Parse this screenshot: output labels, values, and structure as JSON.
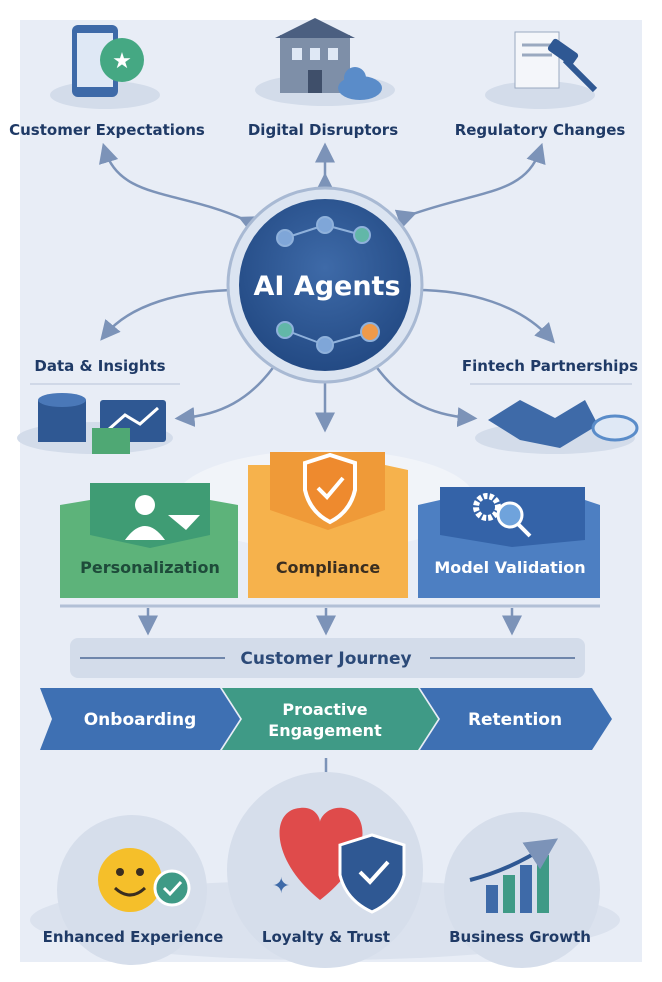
{
  "top": {
    "customer_expectations": "Customer Expectations",
    "digital_disruptors": "Digital Disruptors",
    "regulatory_changes": "Regulatory Changes"
  },
  "hub": {
    "title": "AI Agents"
  },
  "side": {
    "data_insights": "Data & Insights",
    "fintech_partnerships": "Fintech Partnerships"
  },
  "pillars": [
    {
      "label": "Personalization",
      "color": "#4fa874"
    },
    {
      "label": "Compliance",
      "color": "#f3a23a"
    },
    {
      "label": "Model Validation",
      "color": "#3f6fb5"
    }
  ],
  "journey": {
    "title": "Customer Journey",
    "steps": [
      {
        "label": "Onboarding",
        "color": "#3e70b3"
      },
      {
        "label_line1": "Proactive",
        "label_line2": "Engagement",
        "color": "#3f9a86"
      },
      {
        "label": "Retention",
        "color": "#3e70b3"
      }
    ]
  },
  "outcomes": [
    {
      "label": "Enhanced Experience"
    },
    {
      "label": "Loyalty & Trust"
    },
    {
      "label": "Business Growth"
    }
  ],
  "colors": {
    "background": "#e8edf6",
    "navy": "#1f3a66",
    "hub": "#2f5893",
    "arrow": "#7c93b8"
  }
}
